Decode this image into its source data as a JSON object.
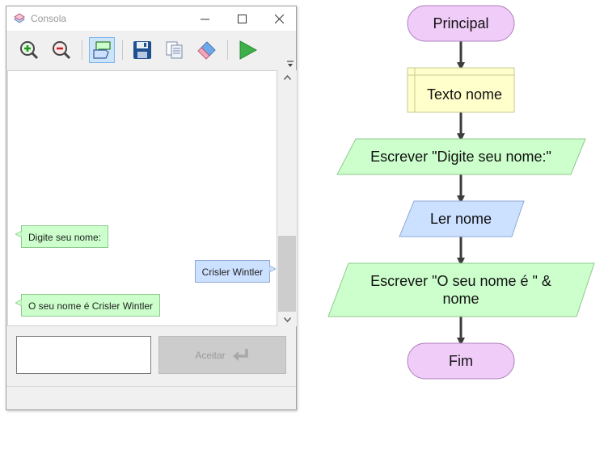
{
  "window": {
    "title": "Consola",
    "controls": [
      "minimize",
      "maximize",
      "close"
    ]
  },
  "toolbar": {
    "buttons": [
      {
        "name": "zoom-in",
        "icon": "zoom-in-icon"
      },
      {
        "name": "zoom-out",
        "icon": "zoom-out-icon"
      },
      {
        "name": "toggle-chat-view",
        "icon": "chat-bubbles-icon",
        "active": true
      },
      {
        "name": "save",
        "icon": "floppy-disk-icon"
      },
      {
        "name": "copy",
        "icon": "copy-icon"
      },
      {
        "name": "clear",
        "icon": "eraser-icon"
      },
      {
        "name": "run",
        "icon": "play-icon"
      }
    ]
  },
  "console": {
    "messages": [
      {
        "direction": "output",
        "text": "Digite seu nome:"
      },
      {
        "direction": "input",
        "text": "Crisler Wintler"
      },
      {
        "direction": "output",
        "text": "O seu nome é Crisler Wintler"
      }
    ],
    "input_value": "",
    "accept_label": "Aceitar"
  },
  "flowchart": {
    "nodes": [
      {
        "type": "terminal",
        "text": "Principal"
      },
      {
        "type": "declare",
        "text": "Texto nome"
      },
      {
        "type": "output",
        "text": "Escrever \"Digite seu nome:\""
      },
      {
        "type": "input",
        "text": "Ler nome"
      },
      {
        "type": "output",
        "text": "Escrever \"O seu nome é \" & nome"
      },
      {
        "type": "terminal",
        "text": "Fim"
      }
    ]
  },
  "colors": {
    "terminal_fill": "#f0ccf8",
    "terminal_stroke": "#b080c0",
    "declare_fill": "#ffffcc",
    "declare_stroke": "#c8c890",
    "output_fill": "#ccffcc",
    "output_stroke": "#8ec98e",
    "input_fill": "#cce0ff",
    "input_stroke": "#8fa9d6",
    "arrow": "#3c3c3c"
  }
}
